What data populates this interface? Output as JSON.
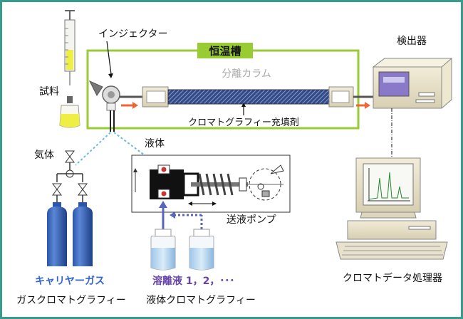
{
  "labels": {
    "injector": "インジェクター",
    "oven": "恒温槽",
    "column": "分離カラム",
    "packing": "クロマトグラフィー充填剤",
    "sample": "試料",
    "detector": "検出器",
    "gas": "気体",
    "liquid": "液体",
    "pump": "送液ポンプ",
    "carrier_gas": "キャリヤーガス",
    "eluent": "溶離液 1，2，･･･",
    "gc": "ガスクロマトグラフィー",
    "lc": "液体クロマトグラフィー",
    "data_processor": "クロマトデータ処理器"
  },
  "colors": {
    "frame": "#3a9a8c",
    "oven_border": "#99cc33",
    "oven_label_bg": "#99cc33",
    "arrow": "#ee6633",
    "cylinder": "#3366bb",
    "dotted_link": "#66bbdd",
    "sample_liquid": "#eeee44"
  }
}
